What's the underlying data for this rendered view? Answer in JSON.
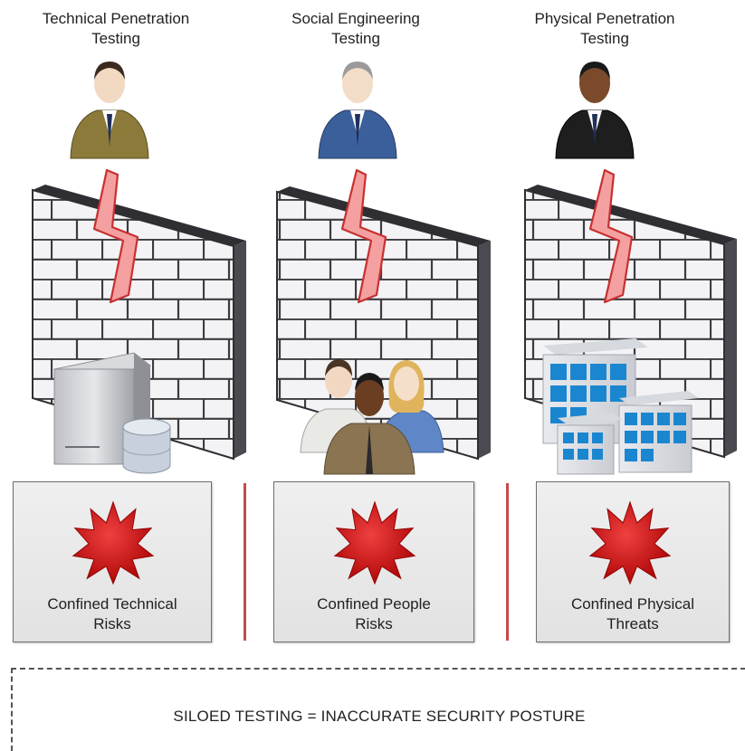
{
  "columns": [
    {
      "title_line1": "Technical Penetration",
      "title_line2": "Testing",
      "risk_line1": "Confined Technical",
      "risk_line2": "Risks",
      "suit_color": "#8c7a3a",
      "skin_color": "#f1d9c2",
      "hair_color": "#3a2a20"
    },
    {
      "title_line1": "Social Engineering",
      "title_line2": "Testing",
      "risk_line1": "Confined People",
      "risk_line2": "Risks",
      "suit_color": "#3b5f9a",
      "skin_color": "#f3ddc9",
      "hair_color": "#9a9a9a"
    },
    {
      "title_line1": "Physical Penetration",
      "title_line2": "Testing",
      "risk_line1": "Confined Physical",
      "risk_line2": "Threats",
      "suit_color": "#1e1e1e",
      "skin_color": "#7a4a2a",
      "hair_color": "#1a1a1a"
    }
  ],
  "footer": {
    "text": "SILOED TESTING = INACCURATE SECURITY POSTURE"
  },
  "colors": {
    "wall_face": "#f2f2f4",
    "wall_mortar": "#3c3c40",
    "wall_side": "#4a4a50",
    "lightning_fill": "#f4a0a0",
    "lightning_stroke": "#c83030",
    "threat_red": "#d01818",
    "building_glass": "#1a86d0"
  },
  "icons": {
    "person": "businessman-icon",
    "wall": "firewall-icon",
    "breach": "lightning-icon",
    "threat": "virus-burst-icon",
    "server": "server-icon",
    "people": "people-group-icon",
    "building": "office-building-icon"
  }
}
